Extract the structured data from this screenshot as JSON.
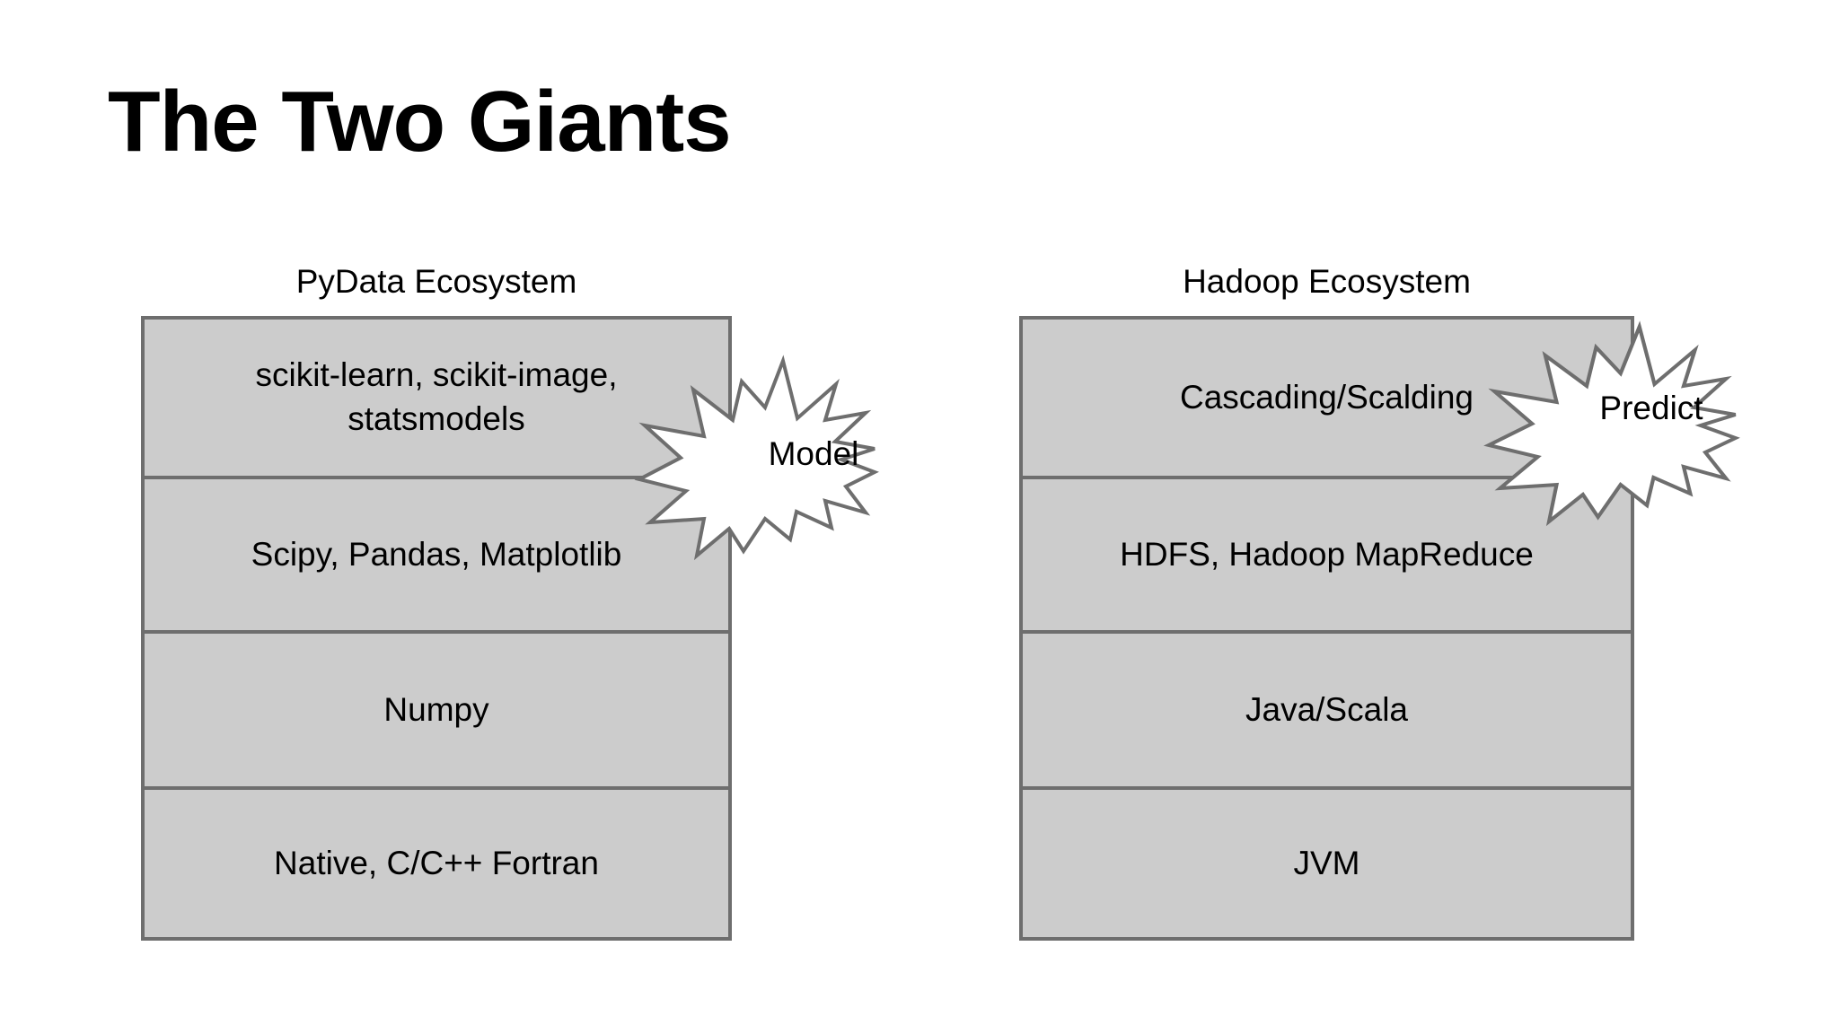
{
  "slide": {
    "title": "The Two Giants",
    "background_color": "#ffffff"
  },
  "theme": {
    "box_fill": "#cccccc",
    "box_stroke": "#6e6e6e",
    "text_color": "#000000",
    "burst_fill": "#ffffff",
    "burst_stroke": "#6e6e6e"
  },
  "stacks": [
    {
      "id": "pydata",
      "caption": "PyData Ecosystem",
      "layers": [
        {
          "label": "scikit-learn, scikit-image,\nstatsmodels"
        },
        {
          "label": "Scipy, Pandas, Matplotlib"
        },
        {
          "label": "Numpy"
        },
        {
          "label": "Native, C/C++ Fortran"
        }
      ]
    },
    {
      "id": "hadoop",
      "caption": "Hadoop Ecosystem",
      "layers": [
        {
          "label": "Cascading/Scalding"
        },
        {
          "label": "HDFS, Hadoop MapReduce"
        },
        {
          "label": "Java/Scala"
        },
        {
          "label": "JVM"
        }
      ]
    }
  ],
  "callouts": [
    {
      "id": "model",
      "label": "Model",
      "shape": "starburst",
      "attached_to": "pydata"
    },
    {
      "id": "predict",
      "label": "Predict",
      "shape": "starburst",
      "attached_to": "hadoop"
    }
  ]
}
